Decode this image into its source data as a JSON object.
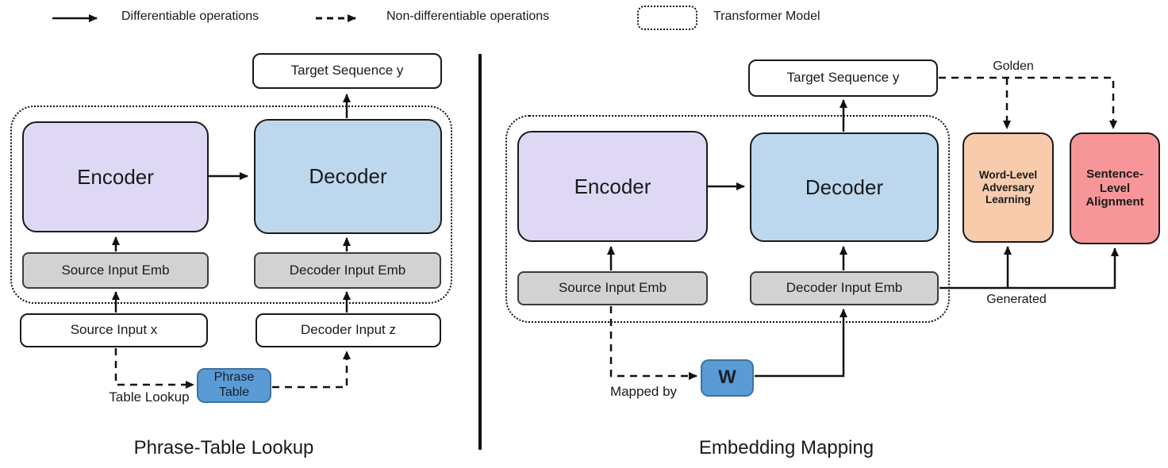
{
  "legend": {
    "items": [
      {
        "label": "Differentiable operations",
        "symbol": "solid-arrow"
      },
      {
        "label": "Non-differentiable operations",
        "symbol": "dashed-arrow"
      },
      {
        "label": "Transformer Model",
        "symbol": "dotted-rounded-box"
      }
    ]
  },
  "left_diagram": {
    "caption": "Phrase-Table Lookup",
    "boxes": {
      "target_sequence": "Target Sequence y",
      "encoder": "Encoder",
      "decoder": "Decoder",
      "source_input_emb": "Source Input Emb",
      "decoder_input_emb": "Decoder Input Emb",
      "source_input": "Source Input x",
      "decoder_input": "Decoder Input z",
      "phrase_table": "Phrase\nTable"
    },
    "labels": {
      "table_lookup": "Table Lookup"
    }
  },
  "right_diagram": {
    "caption": "Embedding Mapping",
    "boxes": {
      "target_sequence": "Target Sequence y",
      "encoder": "Encoder",
      "decoder": "Decoder",
      "source_input_emb": "Source Input Emb",
      "decoder_input_emb": "Decoder Input Emb",
      "w_matrix": "W",
      "word_level_adversary": "Word-Level\nAdversary\nLearning",
      "sentence_level_alignment": "Sentence-\nLevel\nAlignment"
    },
    "labels": {
      "mapped_by": "Mapped by",
      "golden": "Golden",
      "generated": "Generated"
    }
  },
  "colors": {
    "encoder_fill": "#ded8f5",
    "decoder_fill": "#bdd7ee",
    "emb_fill": "#d2d2d2",
    "emb_border": "#3c3c3c",
    "accent_blue_fill": "#5b9bd5",
    "accent_blue_border": "#3f729e",
    "word_level_fill": "#f8cbad",
    "sentence_level_fill": "#f69698",
    "line_color": "#111111"
  }
}
